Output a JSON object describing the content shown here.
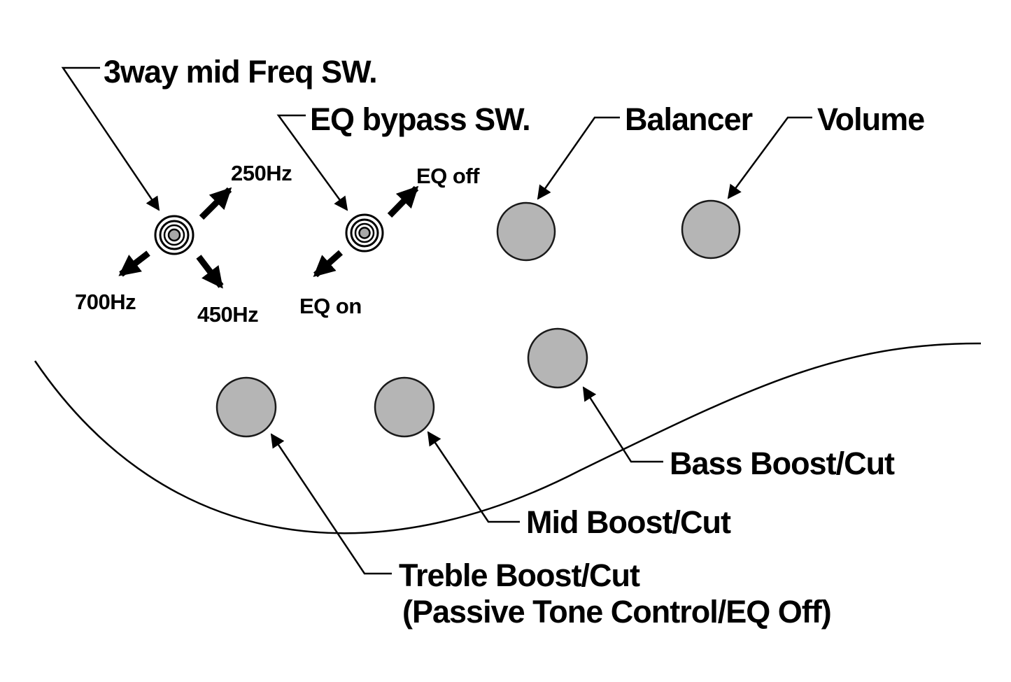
{
  "diagram": {
    "controls": {
      "mid_freq_switch": {
        "label": "3way mid Freq SW.",
        "positions": {
          "up_right": "250Hz",
          "down_left": "700Hz",
          "down_right": "450Hz"
        }
      },
      "eq_bypass_switch": {
        "label": "EQ bypass SW.",
        "positions": {
          "up_right": "EQ off",
          "down_left": "EQ on"
        }
      },
      "balancer": {
        "label": "Balancer"
      },
      "volume": {
        "label": "Volume"
      },
      "bass": {
        "label": "Bass Boost/Cut"
      },
      "mid": {
        "label": "Mid Boost/Cut"
      },
      "treble": {
        "label": "Treble Boost/Cut",
        "sub_label": "(Passive Tone Control/EQ Off)"
      }
    },
    "colors": {
      "background": "#ffffff",
      "knob_fill": "#b5b5b5",
      "switch_fill": "#d8d8d8",
      "line": "#000000"
    }
  }
}
